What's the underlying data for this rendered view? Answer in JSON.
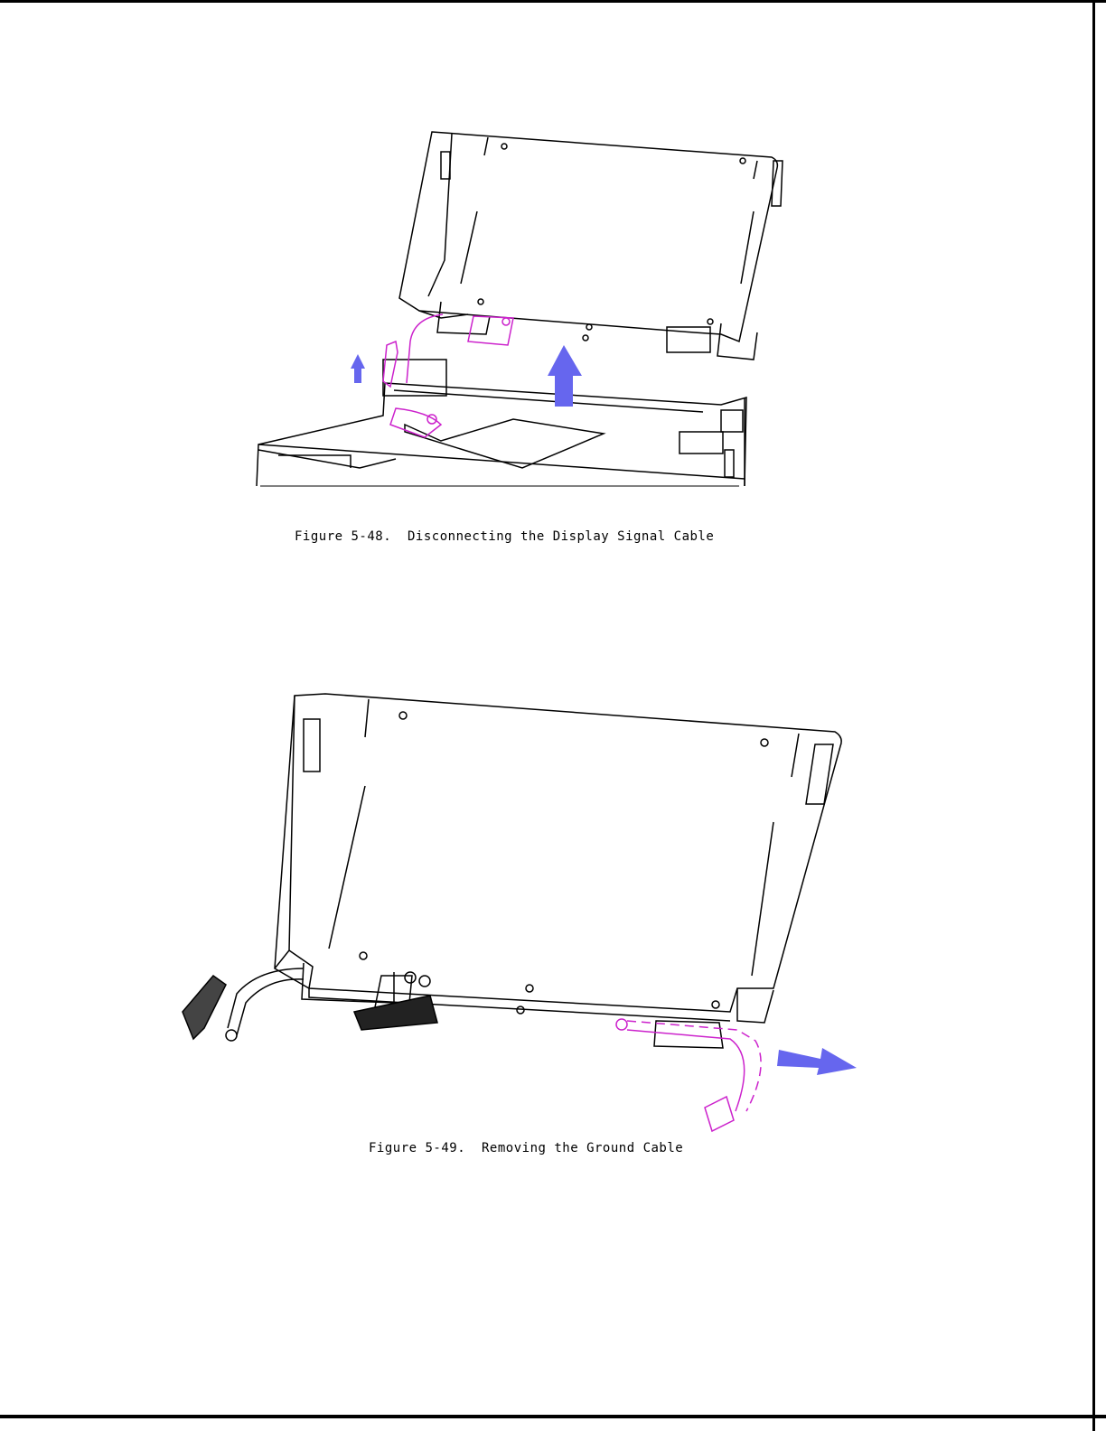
{
  "figures": [
    {
      "id": "5-48",
      "caption": "Figure 5-48.  Disconnecting the Display Signal Cable",
      "colors": {
        "line": "#000000",
        "cable": "#cc22cc",
        "arrow": "#6666ee"
      },
      "icons": [
        "laptop-display-drawing",
        "up-arrow-small-icon",
        "up-arrow-large-icon",
        "signal-cable-connector"
      ]
    },
    {
      "id": "5-49",
      "caption": "Figure 5-49.  Removing the Ground Cable",
      "colors": {
        "line": "#000000",
        "cable": "#cc22cc",
        "arrow": "#6666ee"
      },
      "icons": [
        "display-panel-drawing",
        "right-arrow-icon",
        "ground-cable-connector"
      ]
    }
  ]
}
